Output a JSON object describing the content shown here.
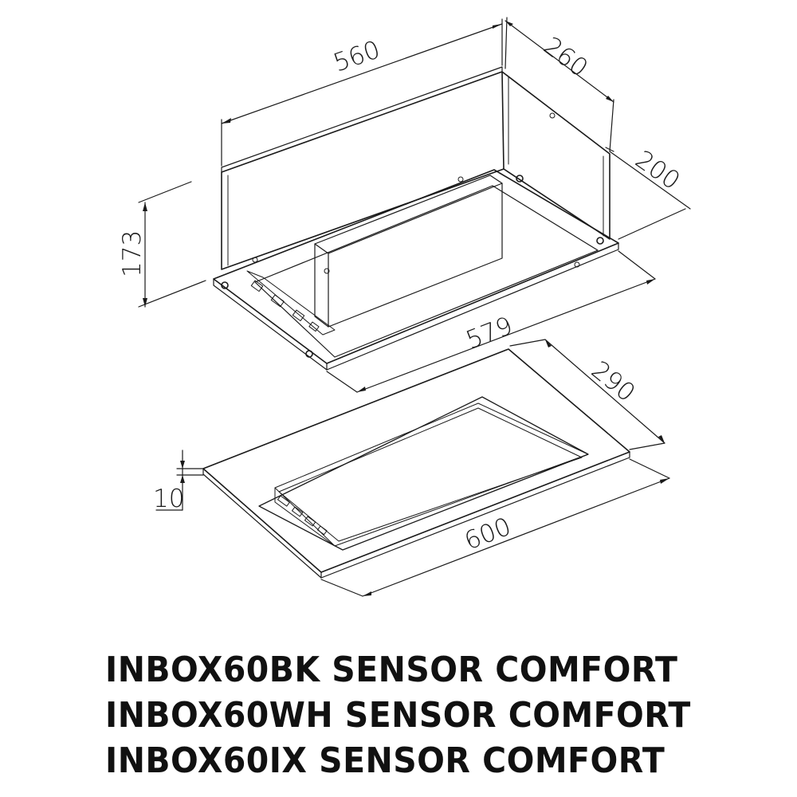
{
  "dimensions": {
    "width_top": "560",
    "depth_top": "260",
    "depth_inner": "200",
    "height": "173",
    "width_frame": "579",
    "depth_panel": "290",
    "panel_thickness": "10",
    "width_panel": "600"
  },
  "models": [
    "INBOX60BK SENSOR COMFORT",
    "INBOX60WH SENSOR COMFORT",
    "INBOX60IX SENSOR COMFORT"
  ]
}
